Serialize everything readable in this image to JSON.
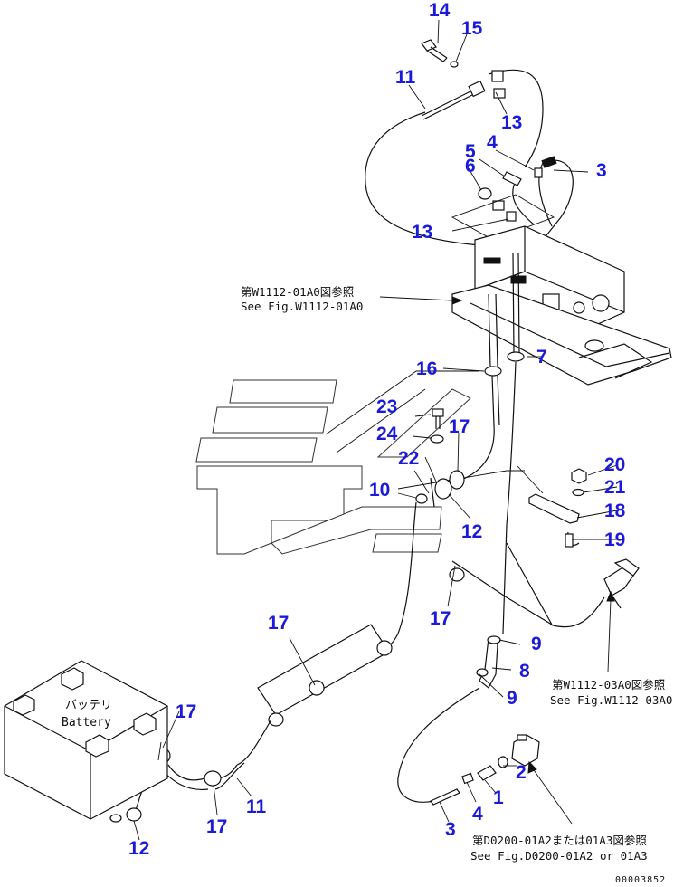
{
  "callouts": [
    {
      "id": "c14a",
      "text": "14"
    },
    {
      "id": "c15a",
      "text": "15"
    },
    {
      "id": "c11a",
      "text": "11"
    },
    {
      "id": "c13a",
      "text": "13"
    },
    {
      "id": "c5a",
      "text": "5"
    },
    {
      "id": "c4a",
      "text": "4"
    },
    {
      "id": "c6a",
      "text": "6"
    },
    {
      "id": "c3a",
      "text": "3"
    },
    {
      "id": "c13b",
      "text": "13"
    },
    {
      "id": "c16a",
      "text": "16"
    },
    {
      "id": "c7a",
      "text": "7"
    },
    {
      "id": "c23a",
      "text": "23"
    },
    {
      "id": "c24a",
      "text": "24"
    },
    {
      "id": "c17a",
      "text": "17"
    },
    {
      "id": "c22a",
      "text": "22"
    },
    {
      "id": "c10a",
      "text": "10"
    },
    {
      "id": "c12a",
      "text": "12"
    },
    {
      "id": "c20a",
      "text": "20"
    },
    {
      "id": "c21a",
      "text": "21"
    },
    {
      "id": "c18a",
      "text": "18"
    },
    {
      "id": "c19a",
      "text": "19"
    },
    {
      "id": "c17b",
      "text": "17"
    },
    {
      "id": "c17c",
      "text": "17"
    },
    {
      "id": "c9a",
      "text": "9"
    },
    {
      "id": "c8a",
      "text": "8"
    },
    {
      "id": "c9b",
      "text": "9"
    },
    {
      "id": "c17d",
      "text": "17"
    },
    {
      "id": "c2a",
      "text": "2"
    },
    {
      "id": "c1a",
      "text": "1"
    },
    {
      "id": "c11b",
      "text": "11"
    },
    {
      "id": "c4b",
      "text": "4"
    },
    {
      "id": "c17e",
      "text": "17"
    },
    {
      "id": "c3b",
      "text": "3"
    },
    {
      "id": "c12b",
      "text": "12"
    }
  ],
  "references": {
    "w1112_01a0_jp": "第W1112-01A0図参照",
    "w1112_01a0_en": "See Fig.W1112-01A0",
    "w1112_03a0_jp": "第W1112-03A0図参照",
    "w1112_03a0_en": "See Fig.W1112-03A0",
    "d0200_jp": "第D0200-01A2または01A3図参照",
    "d0200_en": "See Fig.D0200-01A2 or 01A3"
  },
  "battery": {
    "label_jp": "バッテリ",
    "label_en": "Battery"
  },
  "drawing_code": "00003852"
}
